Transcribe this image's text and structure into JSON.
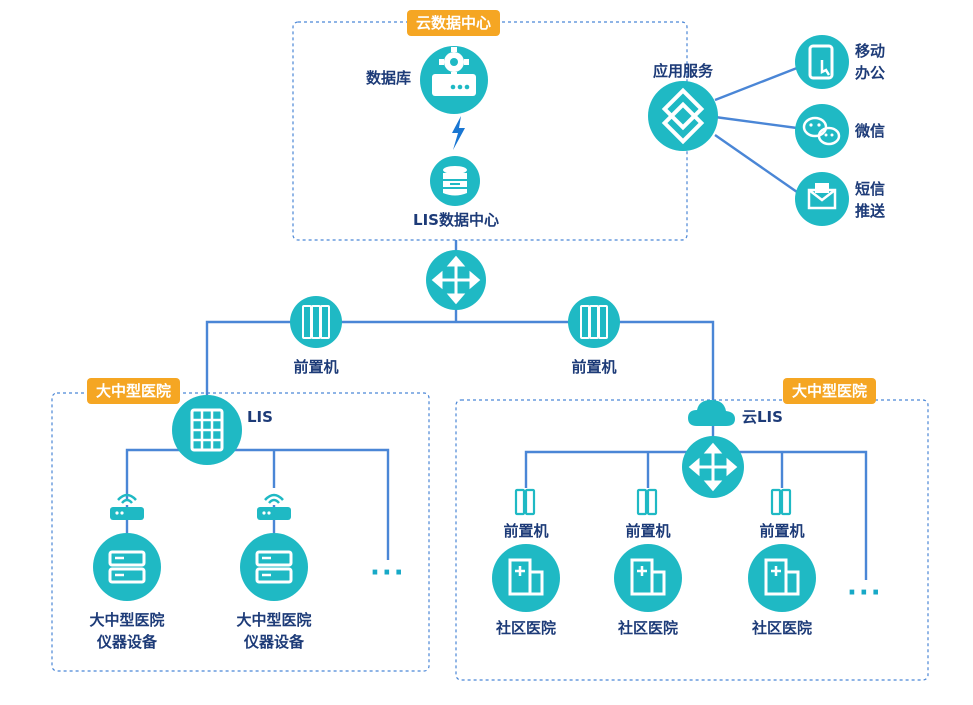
{
  "colors": {
    "accent": "#1fb9c4",
    "line": "#4a86d6",
    "label": "#1d3b78",
    "tag": "#f5a623",
    "dashed_border": "#4a86d6"
  },
  "cloud_center": {
    "tag": "云数据中心",
    "database": "数据库",
    "lis_center": "LIS数据中心",
    "app_service": "应用服务",
    "mobile_office": [
      "移动",
      "办公"
    ],
    "wechat": "微信",
    "sms_push": [
      "短信",
      "推送"
    ]
  },
  "front_left": "前置机",
  "front_right": "前置机",
  "left_hospital": {
    "tag": "大中型医院",
    "lis": "LIS",
    "devices": [
      [
        "大中型医院",
        "仪器设备"
      ],
      [
        "大中型医院",
        "仪器设备"
      ]
    ],
    "more": "···"
  },
  "right_hospital": {
    "tag": "大中型医院",
    "cloud_lis": "云LIS",
    "front_machines": [
      "前置机",
      "前置机",
      "前置机"
    ],
    "clinics": [
      "社区医院",
      "社区医院",
      "社区医院"
    ],
    "more": "···"
  },
  "icons": [
    "database-icon",
    "lis-database-icon",
    "app-service-icon",
    "mobile-office-icon",
    "wechat-icon",
    "sms-icon",
    "network-switch-icon",
    "front-server-icon",
    "lis-server-icon",
    "router-icon",
    "instrument-icon",
    "cloud-icon",
    "clinic-icon"
  ]
}
